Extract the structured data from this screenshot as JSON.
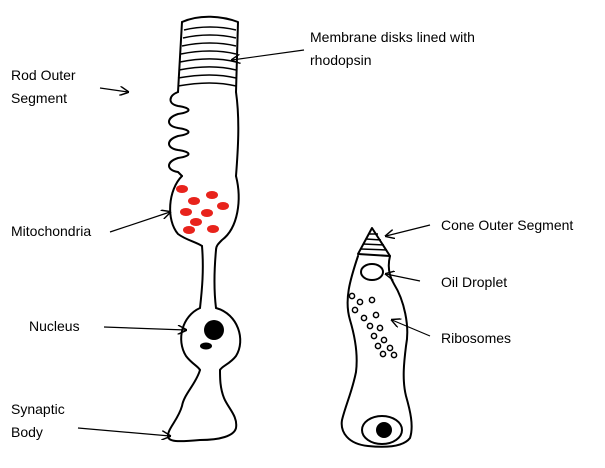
{
  "labels": {
    "membrane_disks_line1": "Membrane disks lined with",
    "membrane_disks_line2": "rhodopsin",
    "rod_outer_line1": "Rod Outer",
    "rod_outer_line2": "Segment",
    "mitochondria": "Mitochondria",
    "nucleus": "Nucleus",
    "synaptic_line1": "Synaptic",
    "synaptic_line2": "Body",
    "cone_outer_segment": "Cone Outer Segment",
    "oil_droplet": "Oil Droplet",
    "ribosomes": "Ribosomes"
  },
  "colors": {
    "mitochondria": "#e8231c",
    "outline": "#000000",
    "nucleus_fill": "#000000"
  }
}
